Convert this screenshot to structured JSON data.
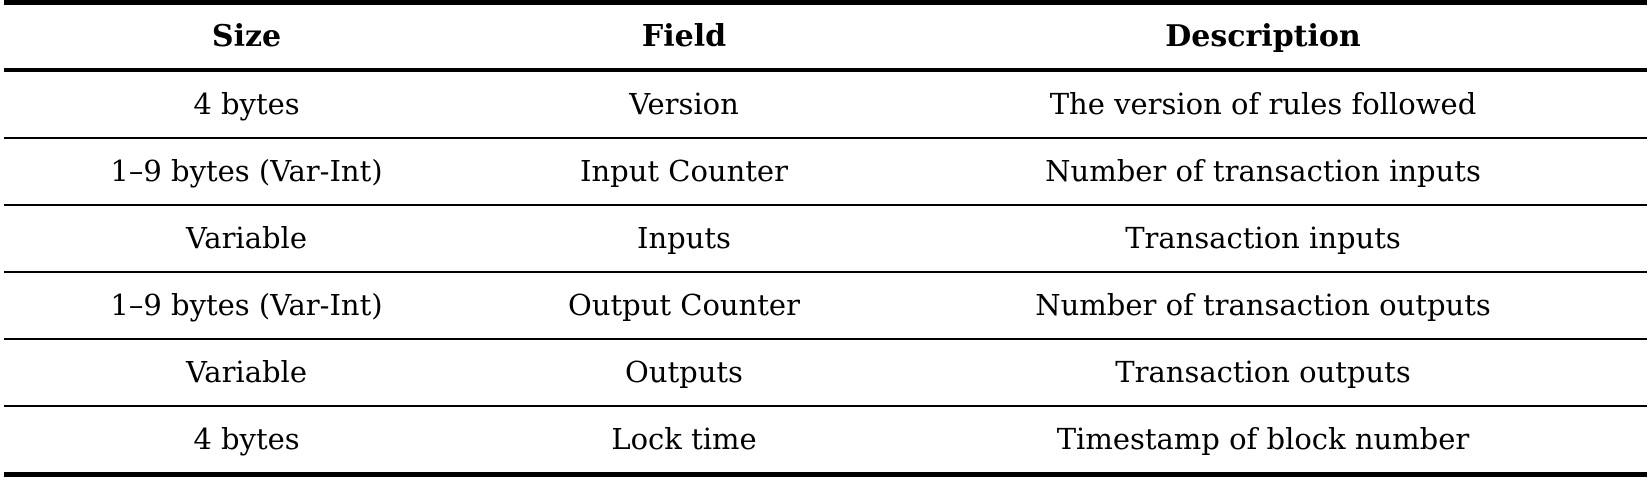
{
  "table": {
    "columns": [
      "Size",
      "Field",
      "Description"
    ],
    "rows": [
      {
        "size": "4 bytes",
        "field": "Version",
        "description": "The version of rules followed"
      },
      {
        "size": "1–9 bytes (Var-Int)",
        "field": "Input Counter",
        "description": "Number of transaction inputs"
      },
      {
        "size": "Variable",
        "field": "Inputs",
        "description": "Transaction inputs"
      },
      {
        "size": "1–9 bytes (Var-Int)",
        "field": "Output Counter",
        "description": "Number of transaction outputs"
      },
      {
        "size": "Variable",
        "field": "Outputs",
        "description": "Transaction outputs"
      },
      {
        "size": "4 bytes",
        "field": "Lock time",
        "description": "Timestamp of block number"
      }
    ],
    "colors": {
      "rule": "#000000",
      "text": "#000000",
      "background": "#ffffff"
    }
  }
}
